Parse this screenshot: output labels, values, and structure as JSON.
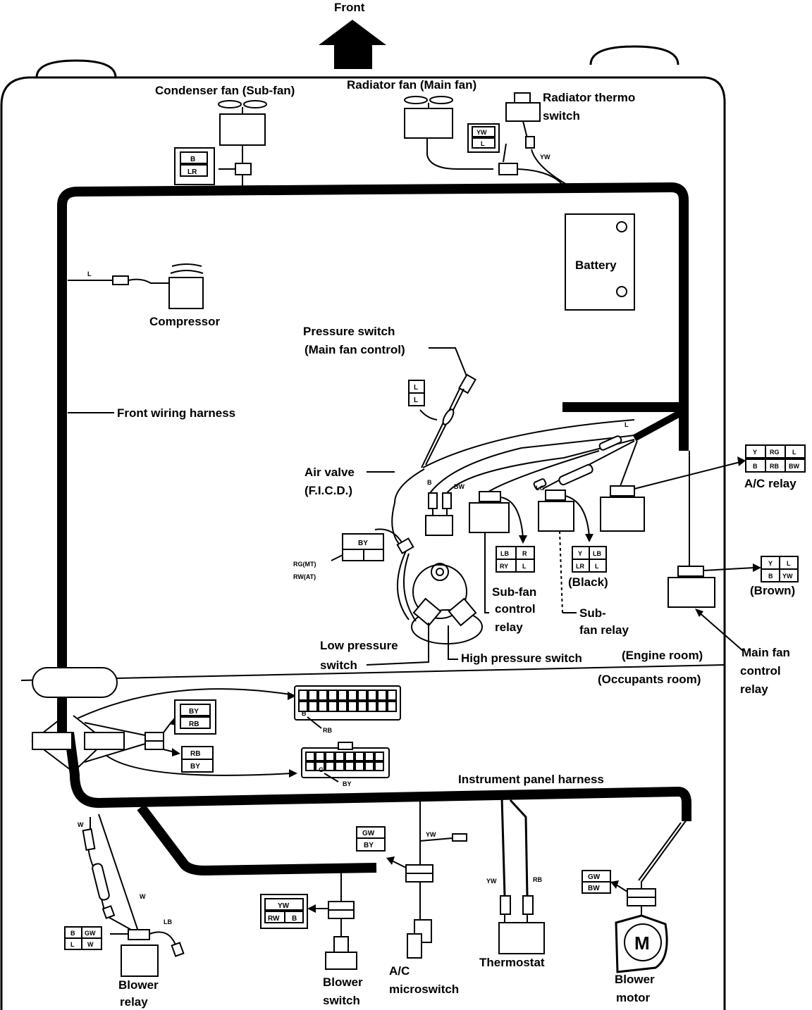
{
  "labels": {
    "front": "Front",
    "condenser_fan": "Condenser fan (Sub-fan)",
    "radiator_fan": "Radiator fan (Main fan)",
    "radiator_thermo_1": "Radiator thermo",
    "radiator_thermo_2": "switch",
    "battery": "Battery",
    "compressor": "Compressor",
    "pressure_switch_1": "Pressure switch",
    "pressure_switch_2": "(Main fan control)",
    "front_harness": "Front wiring harness",
    "air_valve_1": "Air valve",
    "air_valve_2": "(F.I.C.D.)",
    "ac_relay": "A/C relay",
    "brown": "(Brown)",
    "black": "(Black)",
    "subfan_ctrl_1": "Sub-fan",
    "subfan_ctrl_2": "control",
    "subfan_ctrl_3": "relay",
    "subfan_relay_1": "Sub-",
    "subfan_relay_2": "fan relay",
    "low_press_1": "Low pressure",
    "low_press_2": "switch",
    "high_press": "High pressure switch",
    "engine_room": "(Engine room)",
    "occupants_room": "(Occupants room)",
    "main_fan_1": "Main fan",
    "main_fan_2": "control",
    "main_fan_3": "relay",
    "instrument_harness": "Instrument panel harness",
    "blower_relay_1": "Blower",
    "blower_relay_2": "relay",
    "blower_switch_1": "Blower",
    "blower_switch_2": "switch",
    "ac_micro_1": "A/C",
    "ac_micro_2": "microswitch",
    "thermostat": "Thermostat",
    "blower_motor_1": "Blower",
    "blower_motor_2": "motor",
    "motor_symbol": "M"
  },
  "wires": {
    "yw": "YW",
    "l": "L",
    "b": "B",
    "bw": "BW",
    "lg": "LG",
    "rg_mt": "RG(MT)",
    "rw_at": "RW(AT)",
    "rb": "RB",
    "by": "BY",
    "w": "W",
    "lb": "LB",
    "gw": "GW"
  },
  "connectors": {
    "condenser": [
      "B",
      "LR"
    ],
    "radiator": [
      "YW",
      "L"
    ],
    "pressure": [
      "L",
      "L"
    ],
    "air_valve": [
      "BY",
      "",
      ""
    ],
    "ac_relay": [
      "Y",
      "RG",
      "L",
      "B",
      "RB",
      "BW"
    ],
    "subfan_ctrl": [
      "LB",
      "R",
      "RY",
      "L"
    ],
    "subfan_relay": [
      "Y",
      "LB",
      "LR",
      "L"
    ],
    "main_fan": [
      "Y",
      "L",
      "B",
      "YW"
    ],
    "occ_a": [
      "BY",
      "RB"
    ],
    "occ_b": [
      "RB",
      "BY"
    ],
    "ac_micro": [
      "GW",
      "BY"
    ],
    "blower_sw": [
      "YW",
      "RW",
      "B"
    ],
    "blower_motor": [
      "GW",
      "BW"
    ],
    "blower_relay": [
      "B",
      "GW",
      "L",
      "W"
    ]
  }
}
